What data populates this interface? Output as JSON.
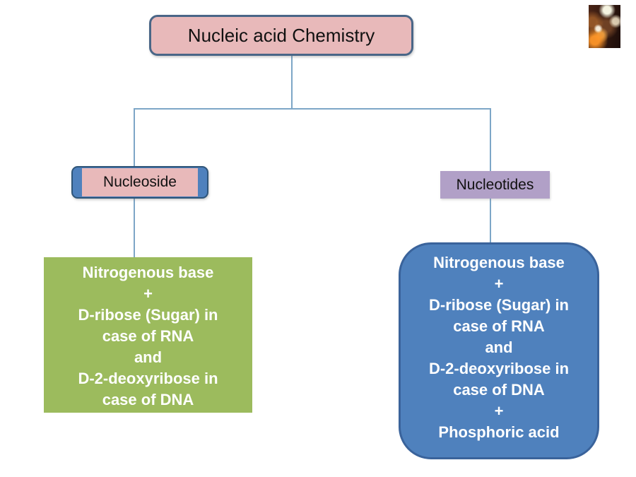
{
  "slide": {
    "title_box": {
      "label": "Nucleic acid Chemistry"
    },
    "branches": {
      "nucleoside": {
        "label": "Nucleoside"
      },
      "nucleotides": {
        "label": "Nucleotides"
      }
    },
    "nucleoside_composition": {
      "lines": [
        "Nitrogenous base",
        "+",
        "D-ribose (Sugar) in",
        "case of RNA",
        "and",
        "D-2-deoxyribose in",
        "case of DNA"
      ]
    },
    "nucleotide_composition": {
      "lines": [
        "Nitrogenous base",
        "+",
        "D-ribose (Sugar) in",
        "case of RNA",
        "and",
        "D-2-deoxyribose in",
        "case of DNA",
        "+",
        "Phosphoric acid"
      ]
    },
    "colors": {
      "title_fill": "#e8b9ba",
      "title_border": "#4a6687",
      "nucleoside_outer_fill": "#4f81bd",
      "nucleoside_outer_border": "#2f5579",
      "nucleoside_inner_fill": "#e8b9ba",
      "nucleotides_fill": "#b1a0c7",
      "green_box_fill": "#9cbb5d",
      "blue_box_fill": "#4f81bd",
      "blue_box_border": "#3a639b",
      "connector": "#7da6c7",
      "light_text": "#ffffff",
      "dark_text": "#111111"
    },
    "decor": {
      "photo_icon": "lighted-branch-photo"
    }
  }
}
